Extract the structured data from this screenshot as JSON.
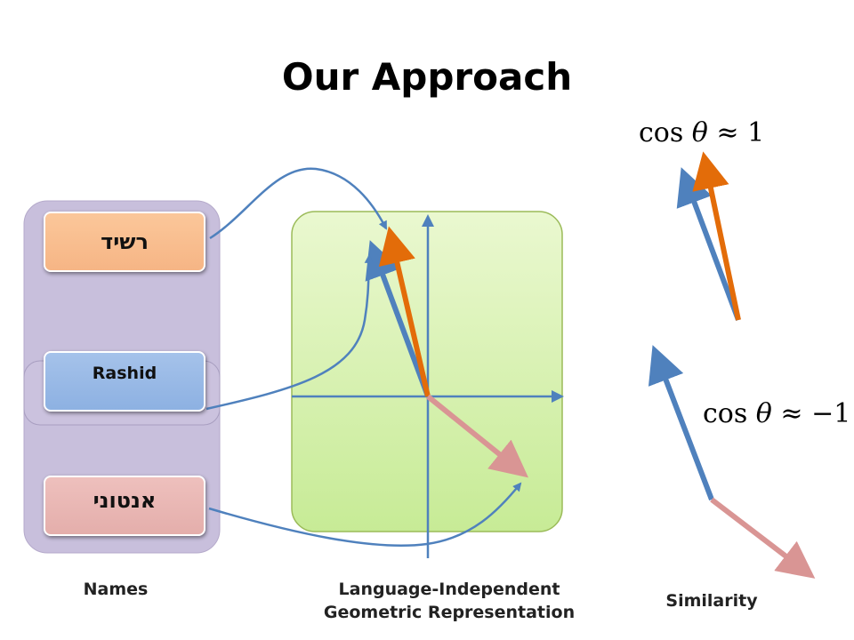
{
  "title": "Our Approach",
  "names": [
    "רשיד",
    "Rashid",
    "אנטוני"
  ],
  "labels": {
    "names": "Names",
    "representation_line1": "Language-Independent",
    "representation_line2": "Geometric Representation",
    "similarity": "Similarity"
  },
  "equations": {
    "same": {
      "prefix": "cos ",
      "theta": "θ",
      "relation": " ≈ 1"
    },
    "opposite": {
      "prefix": "cos ",
      "theta": "θ",
      "relation": " ≈ −1"
    }
  },
  "colors": {
    "blue": "#4f81bd",
    "orange": "#e36c09",
    "pink": "#d99594",
    "purple_panel": "#c8bfdc",
    "green_panel": "#dcf3b8"
  }
}
